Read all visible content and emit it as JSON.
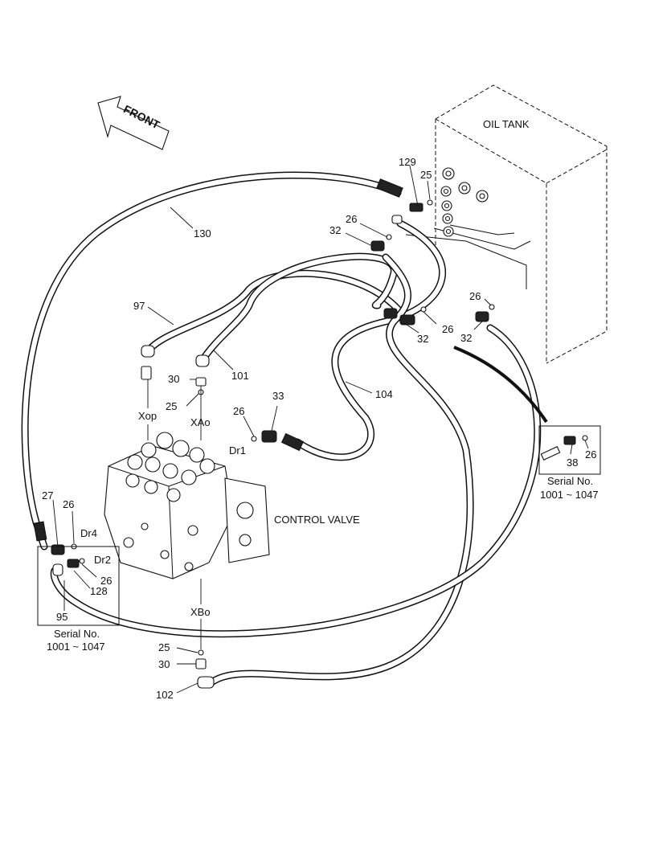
{
  "diagram": {
    "front_arrow": "FRONT",
    "oil_tank": "OIL TANK",
    "control_valve": "CONTROL VALVE",
    "callouts": {
      "c129": "129",
      "c25_tank": "25",
      "c26_tank": "26",
      "c32_tank": "32",
      "c130": "130",
      "c97": "97",
      "c101": "101",
      "c26_mid": "26",
      "c32_mid": "32",
      "c26_right": "26",
      "c32_right": "32",
      "c30_top": "30",
      "c25_top": "25",
      "c104": "104",
      "c33": "33",
      "c26_dr1": "26",
      "c38": "38",
      "c26_inset_r": "26",
      "c27": "27",
      "c26_left": "26",
      "c26_dr2": "26",
      "c128": "128",
      "c95": "95",
      "c25_bot": "25",
      "c30_bot": "30",
      "c102": "102"
    },
    "ports": {
      "xop": "Xop",
      "xao": "XAo",
      "dr1": "Dr1",
      "dr4": "Dr4",
      "dr2": "Dr2",
      "xbo": "XBo"
    },
    "inset_right": {
      "serial_label": "Serial No.",
      "serial_range": "1001 ~ 1047"
    },
    "inset_left": {
      "serial_label": "Serial No.",
      "serial_range": "1001 ~ 1047"
    }
  }
}
